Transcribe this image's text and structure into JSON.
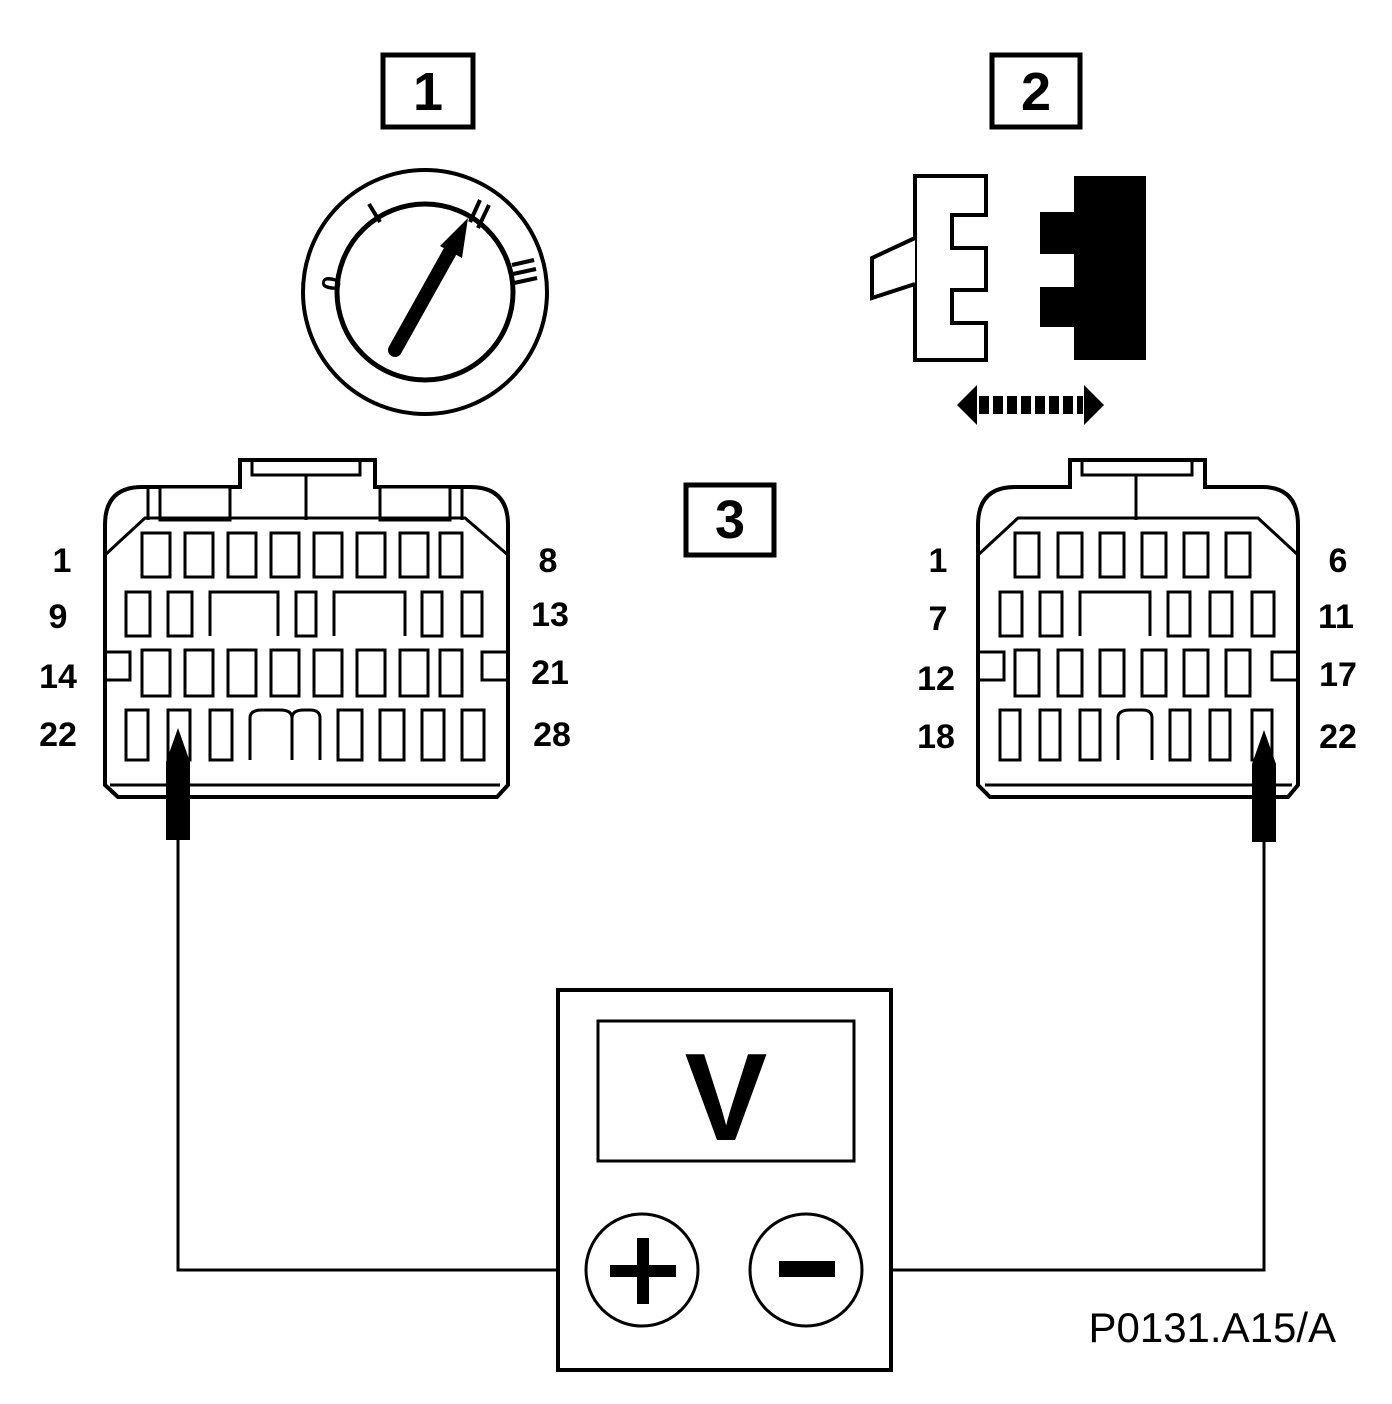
{
  "step_labels": {
    "step1": "1",
    "step2": "2",
    "step3": "3"
  },
  "switch": {
    "positions": [
      "0",
      "I",
      "II",
      "III"
    ]
  },
  "connector_left": {
    "pin_labels": [
      "1",
      "9",
      "14",
      "22",
      "8",
      "13",
      "21",
      "28"
    ]
  },
  "connector_right": {
    "pin_labels": [
      "1",
      "7",
      "12",
      "18",
      "6",
      "11",
      "17",
      "22"
    ]
  },
  "meter": {
    "display": "V",
    "plus": "+",
    "minus": "−"
  },
  "reference": "P0131.A15/A"
}
